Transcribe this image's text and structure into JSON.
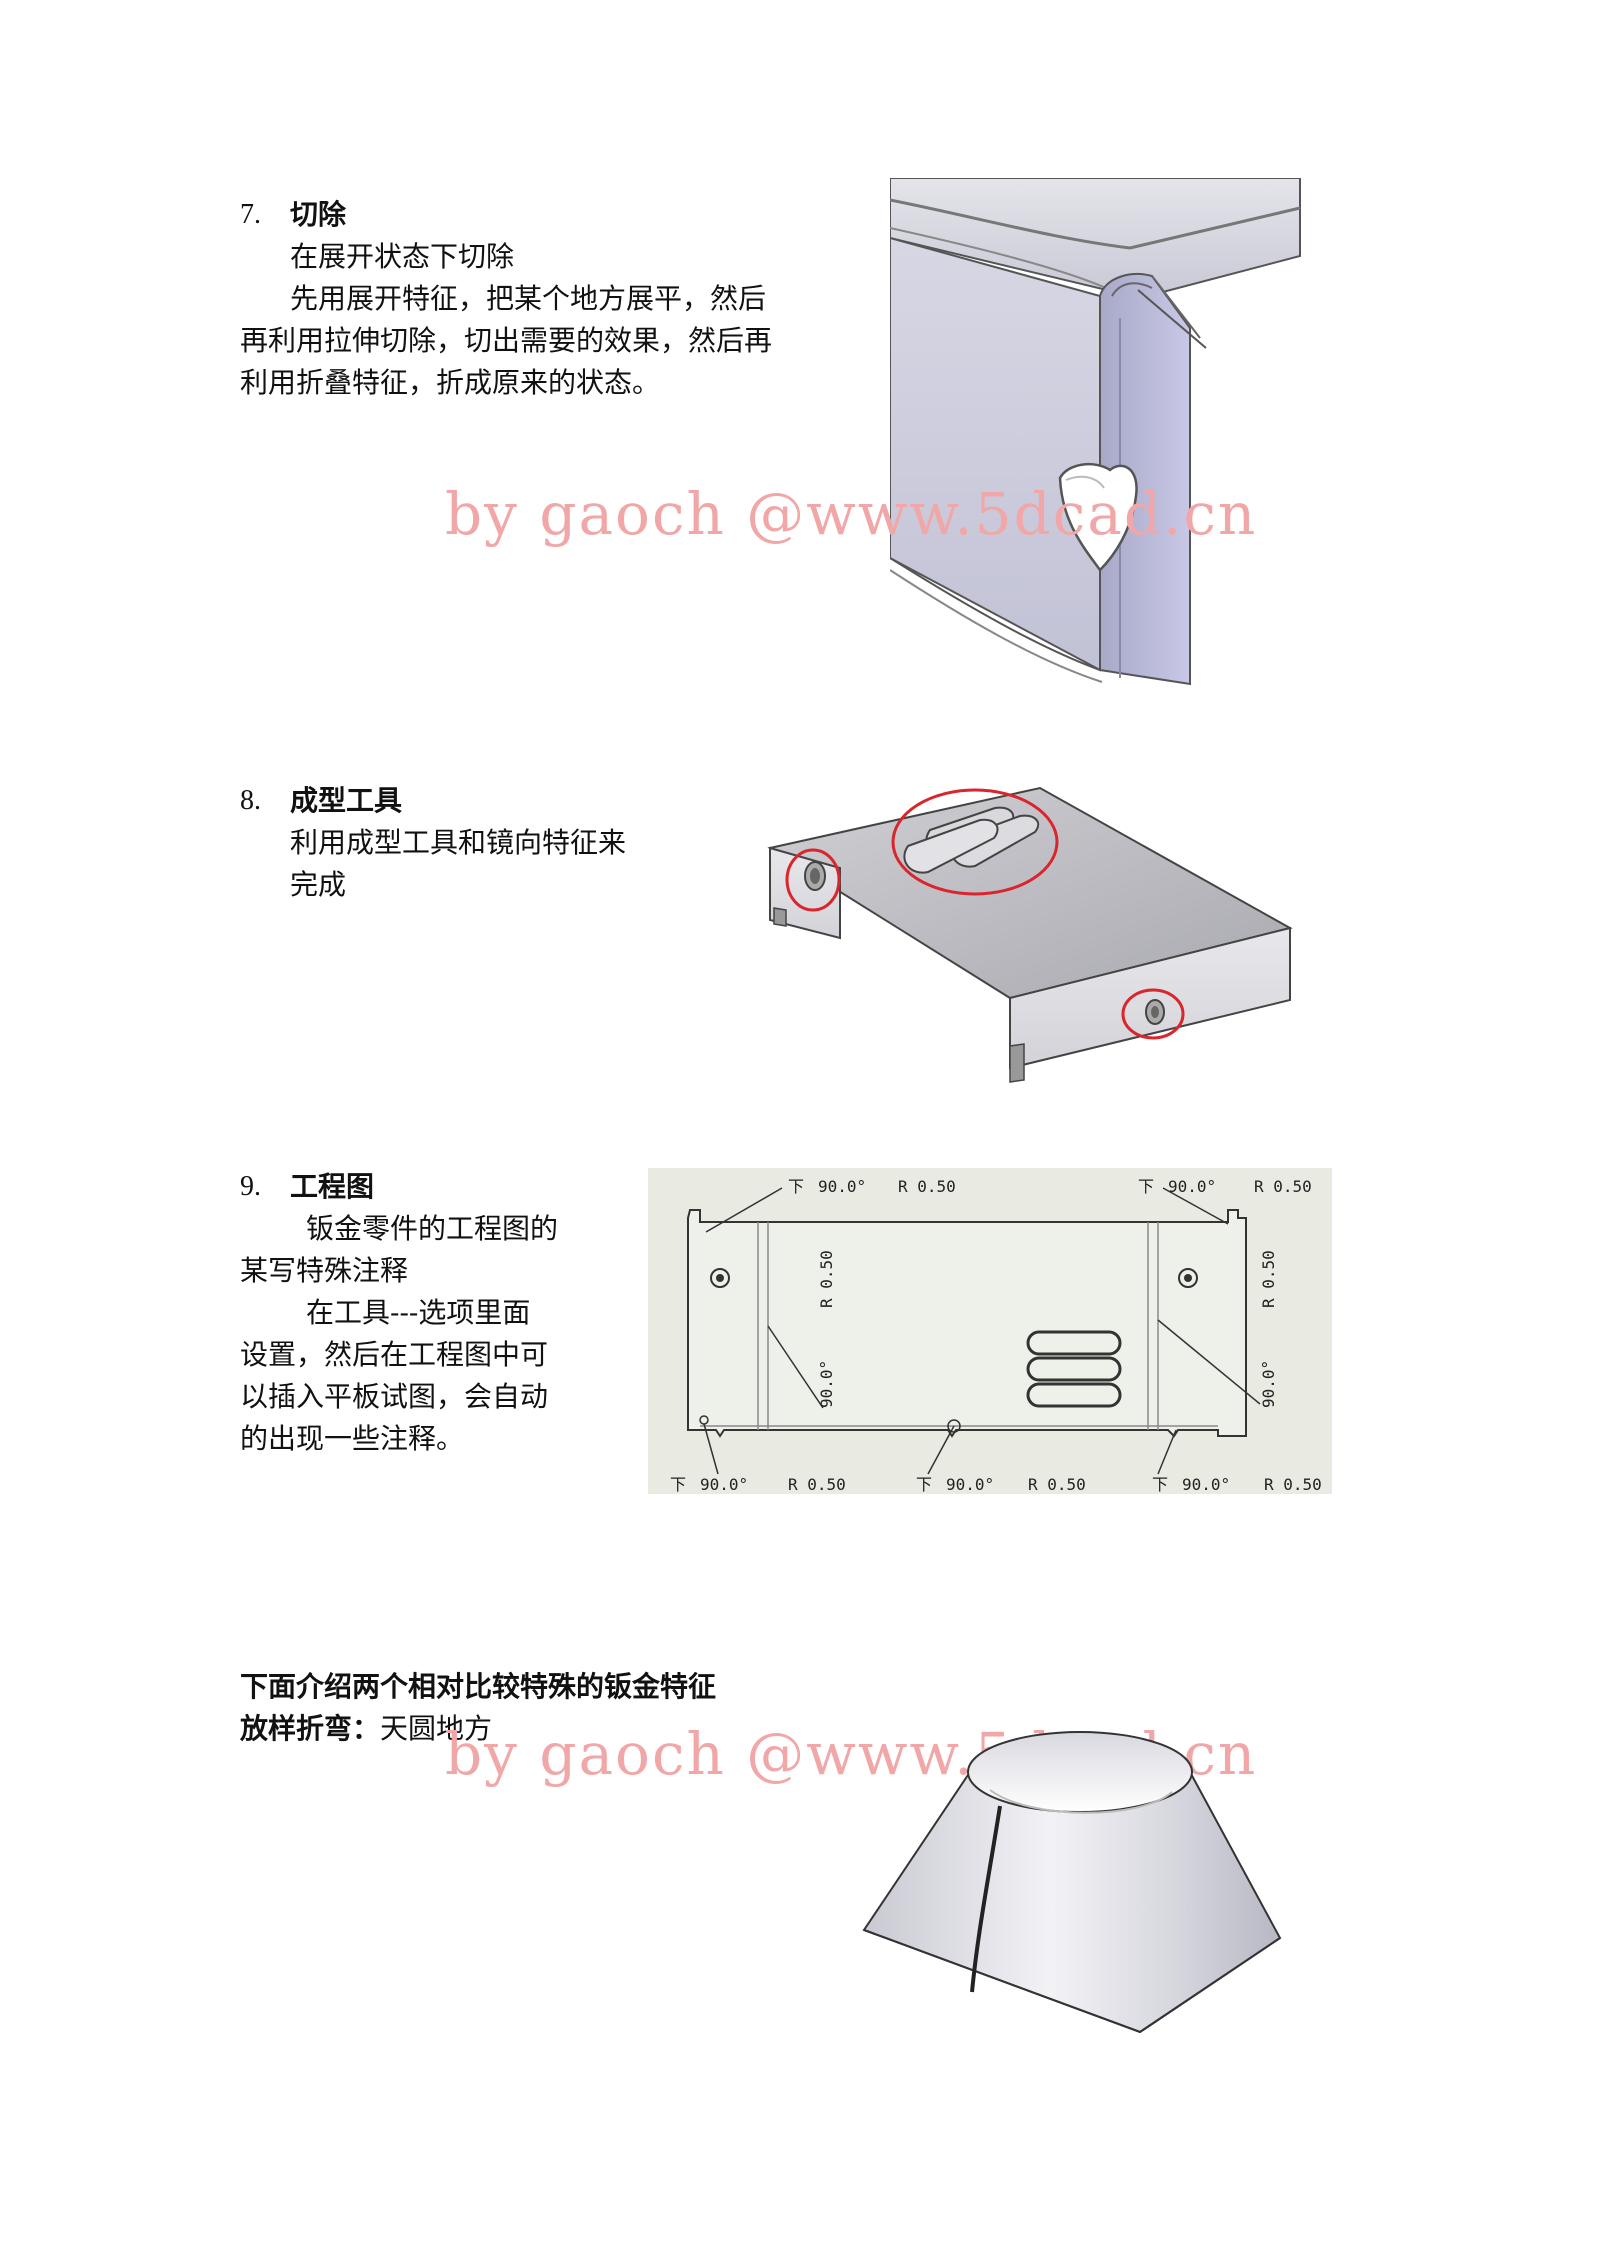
{
  "sections": [
    {
      "number": "7.",
      "heading": "切除",
      "lines": [
        "在展开状态下切除",
        "先用展开特征，把某个地方展平，然后",
        "再利用拉伸切除，切出需要的效果，然后再",
        "利用折叠特征，折成原来的状态。"
      ]
    },
    {
      "number": "8.",
      "heading": "成型工具",
      "lines": [
        "利用成型工具和镜向特征来",
        "完成"
      ]
    },
    {
      "number": "9.",
      "heading": "工程图",
      "lines": [
        "钣金零件的工程图的",
        "某写特殊注释",
        "在工具---选项里面",
        "设置，然后在工程图中可",
        "以插入平板试图，会自动",
        "的出现一些注释。"
      ]
    }
  ],
  "special": {
    "title": "下面介绍两个相对比较特殊的钣金特征",
    "subtitle_bold": "放样折弯：",
    "subtitle_rest": "天圆地方"
  },
  "watermark": "by gaoch @www.5dcad.cn",
  "drawing": {
    "bend_angle": "90.0°",
    "bend_radius": "R 0.50",
    "bend_direction": "下"
  },
  "colors": {
    "highlight_circle": "#d8262c",
    "watermark": "#f1a7a7",
    "drawing_bg": "#e9eae2"
  }
}
